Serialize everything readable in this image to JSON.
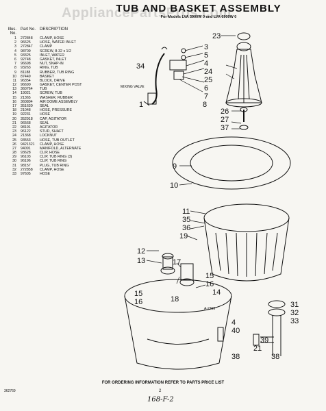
{
  "page": {
    "title": "TUB AND BASKET ASSEMBLY",
    "subtitle": "For Models LVA 5900W 0 and LVA 6900W 0",
    "watermark": "AppliancePartsPros.com",
    "footer": "FOR ORDERING INFORMATION REFER TO PARTS PRICE LIST",
    "doc_number": "362769",
    "page_number": "2",
    "handwritten_note": "168-F-2"
  },
  "parts_list": {
    "headers": {
      "illus_no": "Illus. No.",
      "part_no": "Part No.",
      "description": "DESCRIPTION"
    },
    "rows": [
      {
        "no": "1",
        "part": "272848",
        "desc": "CLAMP, HOSE"
      },
      {
        "no": "2",
        "part": "96625",
        "desc": "HOSE, WATER INLET"
      },
      {
        "no": "3",
        "part": "272847",
        "desc": "CLAMP"
      },
      {
        "no": "4",
        "part": "98709",
        "desc": "SCREW, 8-32 x 1/2"
      },
      {
        "no": "5",
        "part": "93325",
        "desc": "INLET, WATER"
      },
      {
        "no": "6",
        "part": "92748",
        "desc": "GASKET, INLET"
      },
      {
        "no": "7",
        "part": "96698",
        "desc": "NUT, SNAP-IN"
      },
      {
        "no": "8",
        "part": "93263",
        "desc": "RING, TUB"
      },
      {
        "no": "9",
        "part": "81188",
        "desc": "RUBBER, TUB RING"
      },
      {
        "no": "10",
        "part": "87449",
        "desc": "BASKET"
      },
      {
        "no": "11",
        "part": "96354",
        "desc": "BLOCK, DRIVE"
      },
      {
        "no": "12",
        "part": "96690",
        "desc": "GASKET, CENTER POST"
      },
      {
        "no": "13",
        "part": "360764",
        "desc": "TUB"
      },
      {
        "no": "14",
        "part": "19021",
        "desc": "SCREW, TUB"
      },
      {
        "no": "15",
        "part": "21365",
        "desc": "WASHER, RUBBER"
      },
      {
        "no": "16",
        "part": "360804",
        "desc": "AIR DOME ASSEMBLY"
      },
      {
        "no": "17",
        "part": "351630",
        "desc": "SEAL"
      },
      {
        "no": "18",
        "part": "21048",
        "desc": "HOSE, PRESSURE"
      },
      {
        "no": "19",
        "part": "92231",
        "desc": "HOSE"
      },
      {
        "no": "20",
        "part": "352918",
        "desc": "CAP, AGITATOR"
      },
      {
        "no": "21",
        "part": "96568",
        "desc": "SEAL"
      },
      {
        "no": "22",
        "part": "98191",
        "desc": "AGITATOR"
      },
      {
        "no": "23",
        "part": "96122",
        "desc": "STUD, SHAFT"
      },
      {
        "no": "24",
        "part": "21368",
        "desc": "LOCKNUT"
      },
      {
        "no": "25",
        "part": "93553",
        "desc": "HOSE, TUB OUTLET"
      },
      {
        "no": "26",
        "part": "9421321",
        "desc": "CLAMP, HOSE"
      },
      {
        "no": "27",
        "part": "94091",
        "desc": "MANIFOLD, ALTERNATE"
      },
      {
        "no": "28",
        "part": "93628",
        "desc": "CLIP, HOSE"
      },
      {
        "no": "29",
        "part": "96103",
        "desc": "CLIP, TUB RING (3)"
      },
      {
        "no": "30",
        "part": "96196",
        "desc": "CLIP, TUB RING"
      },
      {
        "no": "31",
        "part": "98157",
        "desc": "PLUG, TUB RING"
      },
      {
        "no": "32",
        "part": "272858",
        "desc": "CLAMP, HOSE"
      },
      {
        "no": "33",
        "part": "97605",
        "desc": "HOSE"
      }
    ]
  },
  "callouts": {
    "mixing_valve_label": "MIXING VALVE",
    "ref_label": "A-2769",
    "numbers": [
      "23",
      "3",
      "5",
      "4",
      "34",
      "24",
      "25",
      "6",
      "7",
      "8",
      "1",
      "26",
      "27",
      "37",
      "9",
      "10",
      "11",
      "35",
      "36",
      "19",
      "12",
      "13",
      "17",
      "18",
      "15",
      "16",
      "14",
      "15",
      "16",
      "4",
      "40",
      "31",
      "32",
      "33",
      "21",
      "39",
      "38",
      "38"
    ]
  }
}
